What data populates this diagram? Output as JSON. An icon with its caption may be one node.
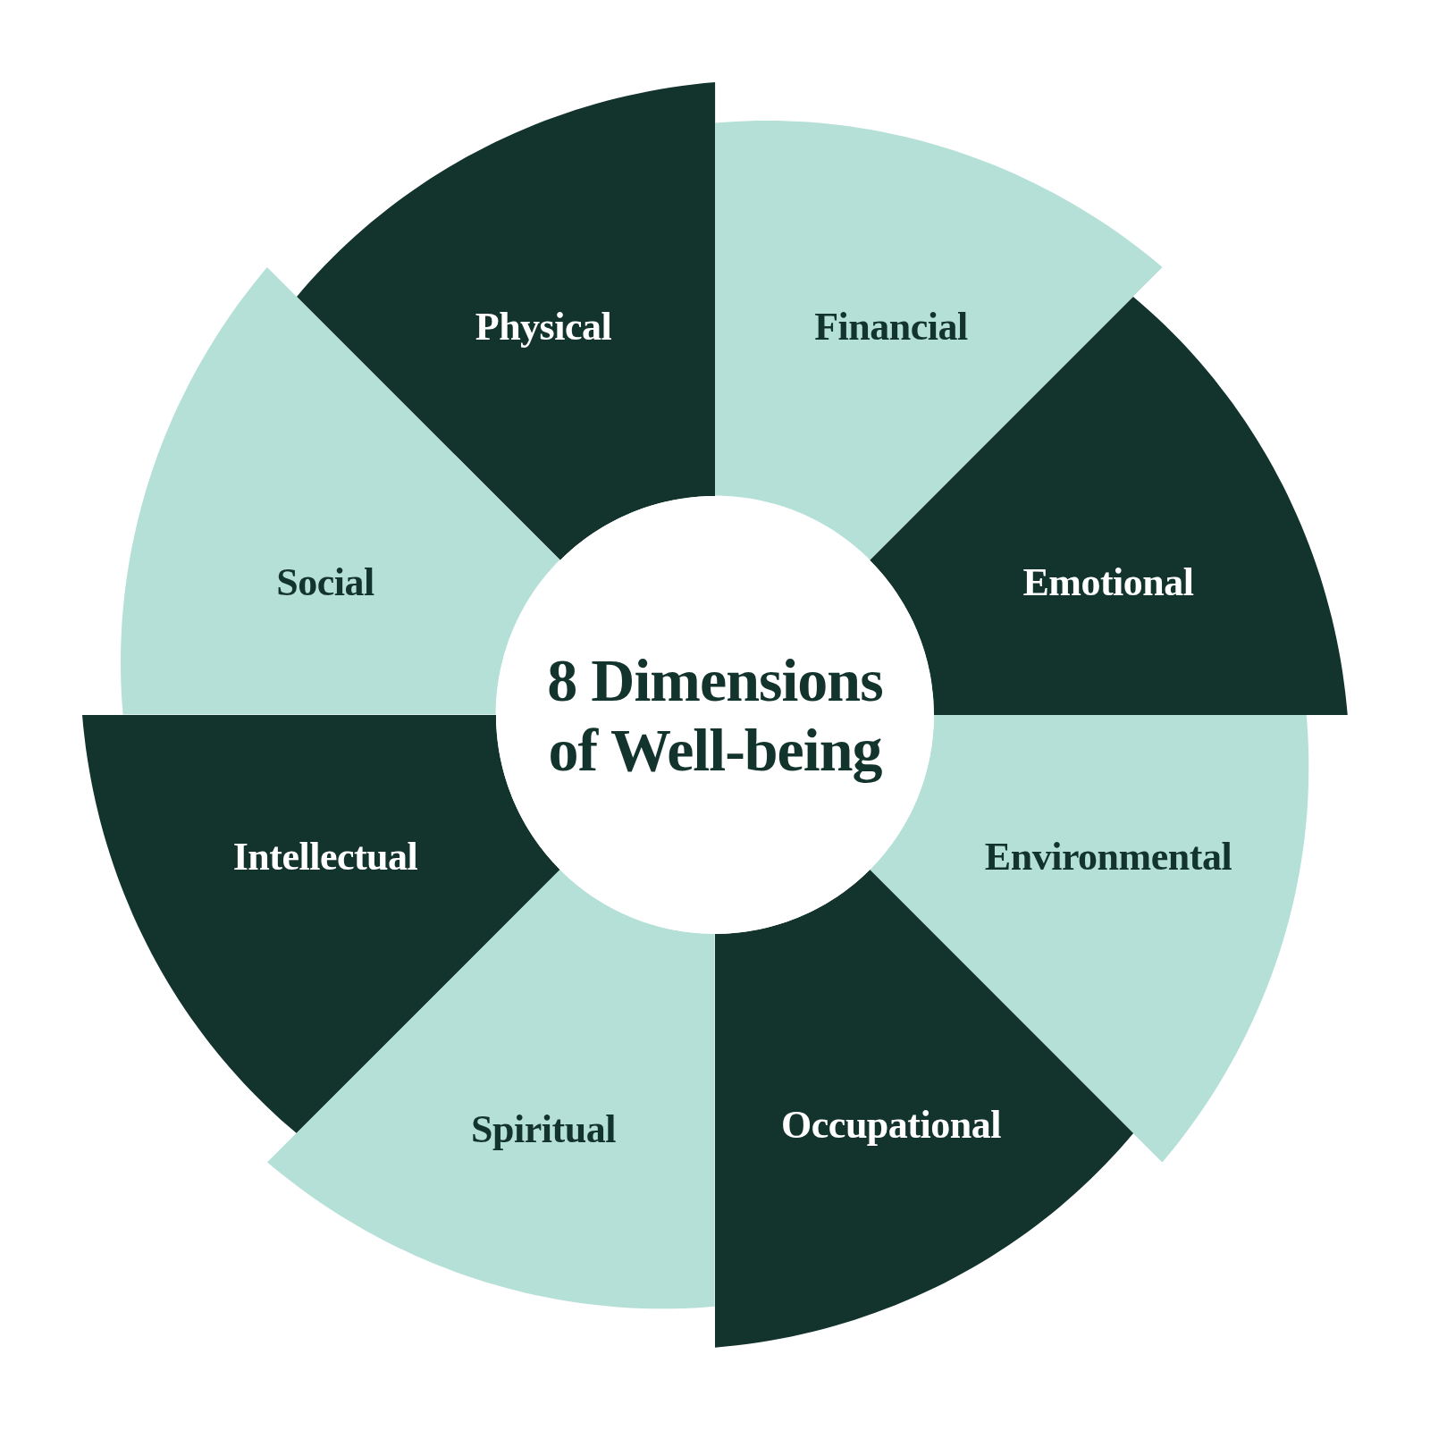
{
  "diagram": {
    "nodes": [
      {
        "text": [
          "Physical"
        ]
      },
      {
        "text": [
          "Financial"
        ]
      },
      {
        "text": [
          "Social"
        ]
      },
      {
        "text": [
          "Emotional"
        ]
      },
      {
        "text": [
          "8 Dimensions of Well-being"
        ]
      },
      {
        "text": [
          "Intellectual"
        ]
      },
      {
        "text": [
          "Environmental"
        ]
      },
      {
        "text": [
          "Spiritual"
        ]
      },
      {
        "text": [
          "Occupational"
        ]
      }
    ]
  }
}
